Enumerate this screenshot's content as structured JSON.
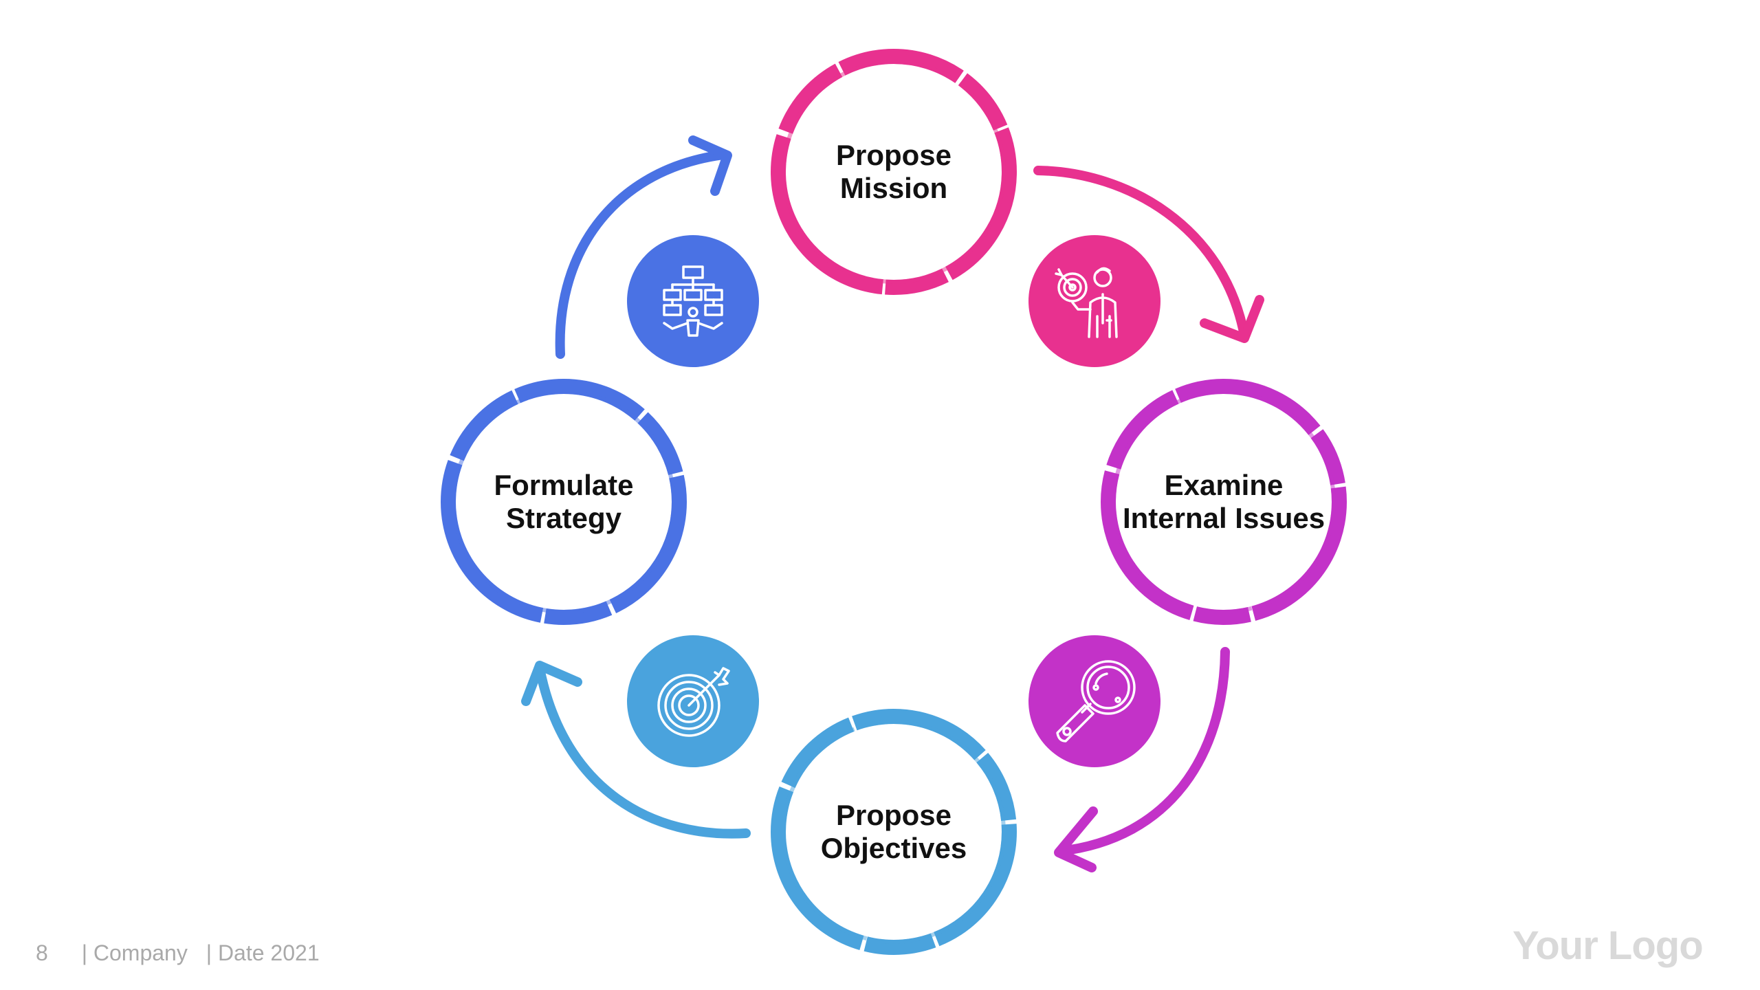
{
  "colors": {
    "mission": "#E8318F",
    "internal": "#C332C8",
    "objectives": "#4AA3DD",
    "strategy": "#4A72E4",
    "footer_text": "#A9A9A9",
    "logo": "#D9D9D9"
  },
  "nodes": {
    "mission": {
      "line1": "Propose",
      "line2": "Mission"
    },
    "internal": {
      "line1": "Examine",
      "line2": "Internal Issues"
    },
    "objectives": {
      "line1": "Propose",
      "line2": "Objectives"
    },
    "strategy": {
      "line1": "Formulate",
      "line2": "Strategy"
    }
  },
  "icons": {
    "top_left": "org-chart-icon",
    "top_right": "business-target-person-icon",
    "bottom_right": "magnifying-glass-icon",
    "bottom_left": "target-arrow-icon"
  },
  "footer": {
    "page": "8",
    "company": "| Company",
    "date": "| Date 2021"
  },
  "logo": "Your Logo"
}
